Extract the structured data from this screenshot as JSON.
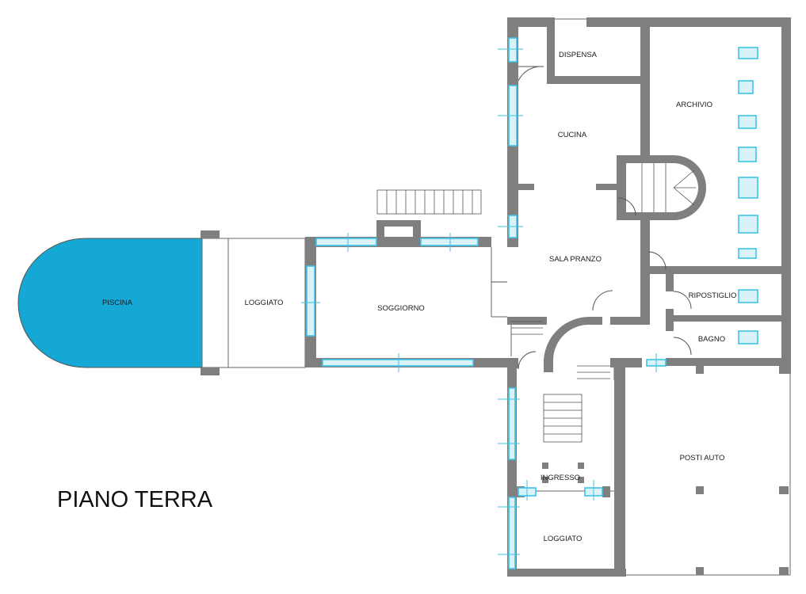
{
  "title": "PIANO TERRA",
  "rooms": {
    "piscina": "PISCINA",
    "loggiato_west": "LOGGIATO",
    "soggiorno": "SOGGIORNO",
    "dispensa": "DISPENSA",
    "cucina": "CUCINA",
    "archivio": "ARCHIVIO",
    "sala_pranzo": "SALA PRANZO",
    "ripostiglio": "RIPOSTIGLIO",
    "bagno": "BAGNO",
    "ingresso": "INGRESSO",
    "posti_auto": "POSTI AUTO",
    "loggiato_south": "LOGGIATO"
  },
  "colors": {
    "wall": "#7f7f7f",
    "pool": "#16a8d4",
    "window": "#3cc4e6",
    "line": "#555555"
  }
}
